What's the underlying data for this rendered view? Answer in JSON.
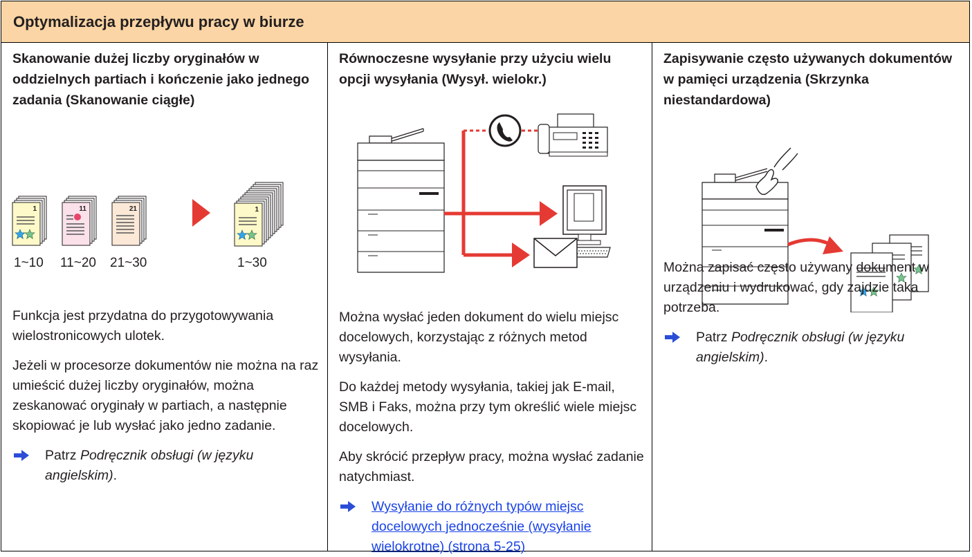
{
  "header": {
    "title": "Optymalizacja przepływu pracy w biurze"
  },
  "col1": {
    "title": "Skanowanie dużej liczby oryginałów w oddzielnych partiach i kończenie jako jednego zadania (Skanowanie ciągłe)",
    "stacks": [
      {
        "page": "1",
        "range": "1~10"
      },
      {
        "page": "11",
        "range": "11~20"
      },
      {
        "page": "21",
        "range": "21~30"
      },
      {
        "page": "1",
        "range": "1~30"
      }
    ],
    "para1": "Funkcja jest przydatna do przygotowywania wielostronicowych ulotek.",
    "para2": "Jeżeli w procesorze dokumentów nie można na raz umieścić dużej liczby oryginałów, można zeskanować oryginały w partiach, a następnie skopiować je lub wysłać jako jedno zadanie.",
    "ref_prefix": "Patrz ",
    "ref_title": "Podręcznik obsługi (w języku angielskim)",
    "ref_suffix": "."
  },
  "col2": {
    "title": "Równoczesne wysyłanie przy użyciu wielu opcji wysyłania (Wysył. wielokr.)",
    "para1": "Można wysłać jeden dokument do wielu miejsc docelowych, korzystając z różnych metod wysyłania.",
    "para2": "Do każdej metody wysyłania, takiej jak E-mail, SMB i Faks, można przy tym określić wiele miejsc docelowych.",
    "para3": "Aby skrócić przepływ pracy, można wysłać zadanie natychmiast.",
    "link": "Wysyłanie do różnych typów miejsc docelowych jednocześnie (wysyłanie wielokrotne) (strona 5-25)"
  },
  "col3": {
    "title": "Zapisywanie często używanych dokumentów w pamięci urządzenia (Skrzynka niestandardowa)",
    "para1": "Można zapisać często używany dokument w urządzeniu i wydrukować, gdy zajdzie taka potrzeba.",
    "ref_prefix": "Patrz ",
    "ref_title": "Podręcznik obsługi (w języku angielskim)",
    "ref_suffix": "."
  },
  "colors": {
    "header_bg": "#fbd5a5",
    "arrow_red": "#e53a33",
    "ref_arrow_blue": "#2b4dd6",
    "link_blue": "#1a43e6",
    "star_blue": "#32a6e8",
    "star_green": "#77c28e"
  },
  "icons": [
    "stack-yellow-icon",
    "stack-pink-icon",
    "stack-beige-icon",
    "stack-combined-icon",
    "red-triangle-arrow-icon",
    "mfp-printer-icon",
    "phone-icon",
    "fax-icon",
    "computer-icon",
    "envelope-icon",
    "hand-icon",
    "documents-icon",
    "blue-right-arrow-icon"
  ]
}
